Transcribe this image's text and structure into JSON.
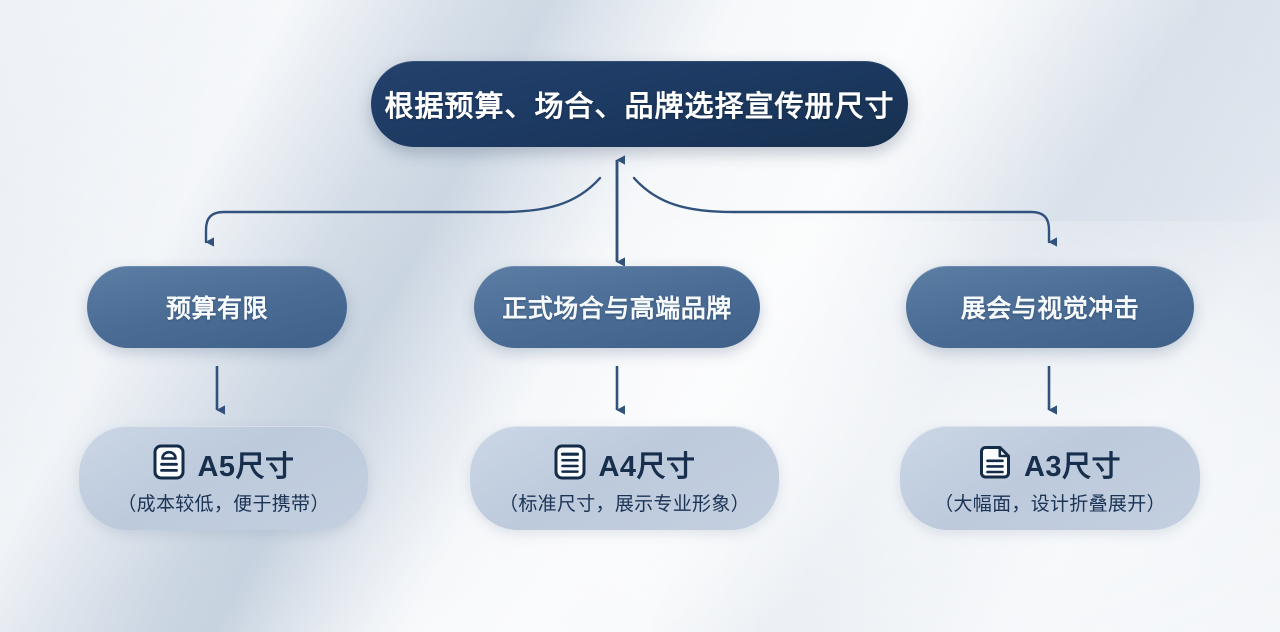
{
  "diagram": {
    "type": "flowchart",
    "direction": "top-down",
    "title_node": {
      "id": "root",
      "label": "根据预算、场合、品牌选择宣传册尺寸",
      "color": "#1d3a63",
      "text_color": "#ffffff"
    },
    "branches": [
      {
        "id": "branch-budget",
        "condition": {
          "label": "预算有限",
          "color": "#4b6d95",
          "text_color": "#f7fafc"
        },
        "result": {
          "icon": "document-cloud-icon",
          "title": "A5尺寸",
          "subtitle": "（成本较低，便于携带）",
          "color": "#bdcadc",
          "text_color": "#172e4c"
        }
      },
      {
        "id": "branch-formal",
        "condition": {
          "label": "正式场合与高端品牌",
          "color": "#4b6d95",
          "text_color": "#f7fafc"
        },
        "result": {
          "icon": "document-lines-icon",
          "title": "A4尺寸",
          "subtitle": "（标准尺寸，展示专业形象）",
          "color": "#bdcadc",
          "text_color": "#172e4c"
        }
      },
      {
        "id": "branch-exhibition",
        "condition": {
          "label": "展会与视觉冲击",
          "color": "#4b6d95",
          "text_color": "#f7fafc"
        },
        "result": {
          "icon": "document-folded-corner-icon",
          "title": "A3尺寸",
          "subtitle": "（大幅面，设计折叠展开）",
          "color": "#bdcadc",
          "text_color": "#172e4c"
        }
      }
    ],
    "connectors": {
      "stroke_color": "#31527c",
      "center_arrow": "double-headed-vertical-arrow",
      "branch_arrows": "downward-arrow"
    },
    "background": {
      "base_color": "#e4eaf1",
      "accent_color": "#a1b4c9",
      "style": "soft-diagonal-gradient"
    }
  }
}
